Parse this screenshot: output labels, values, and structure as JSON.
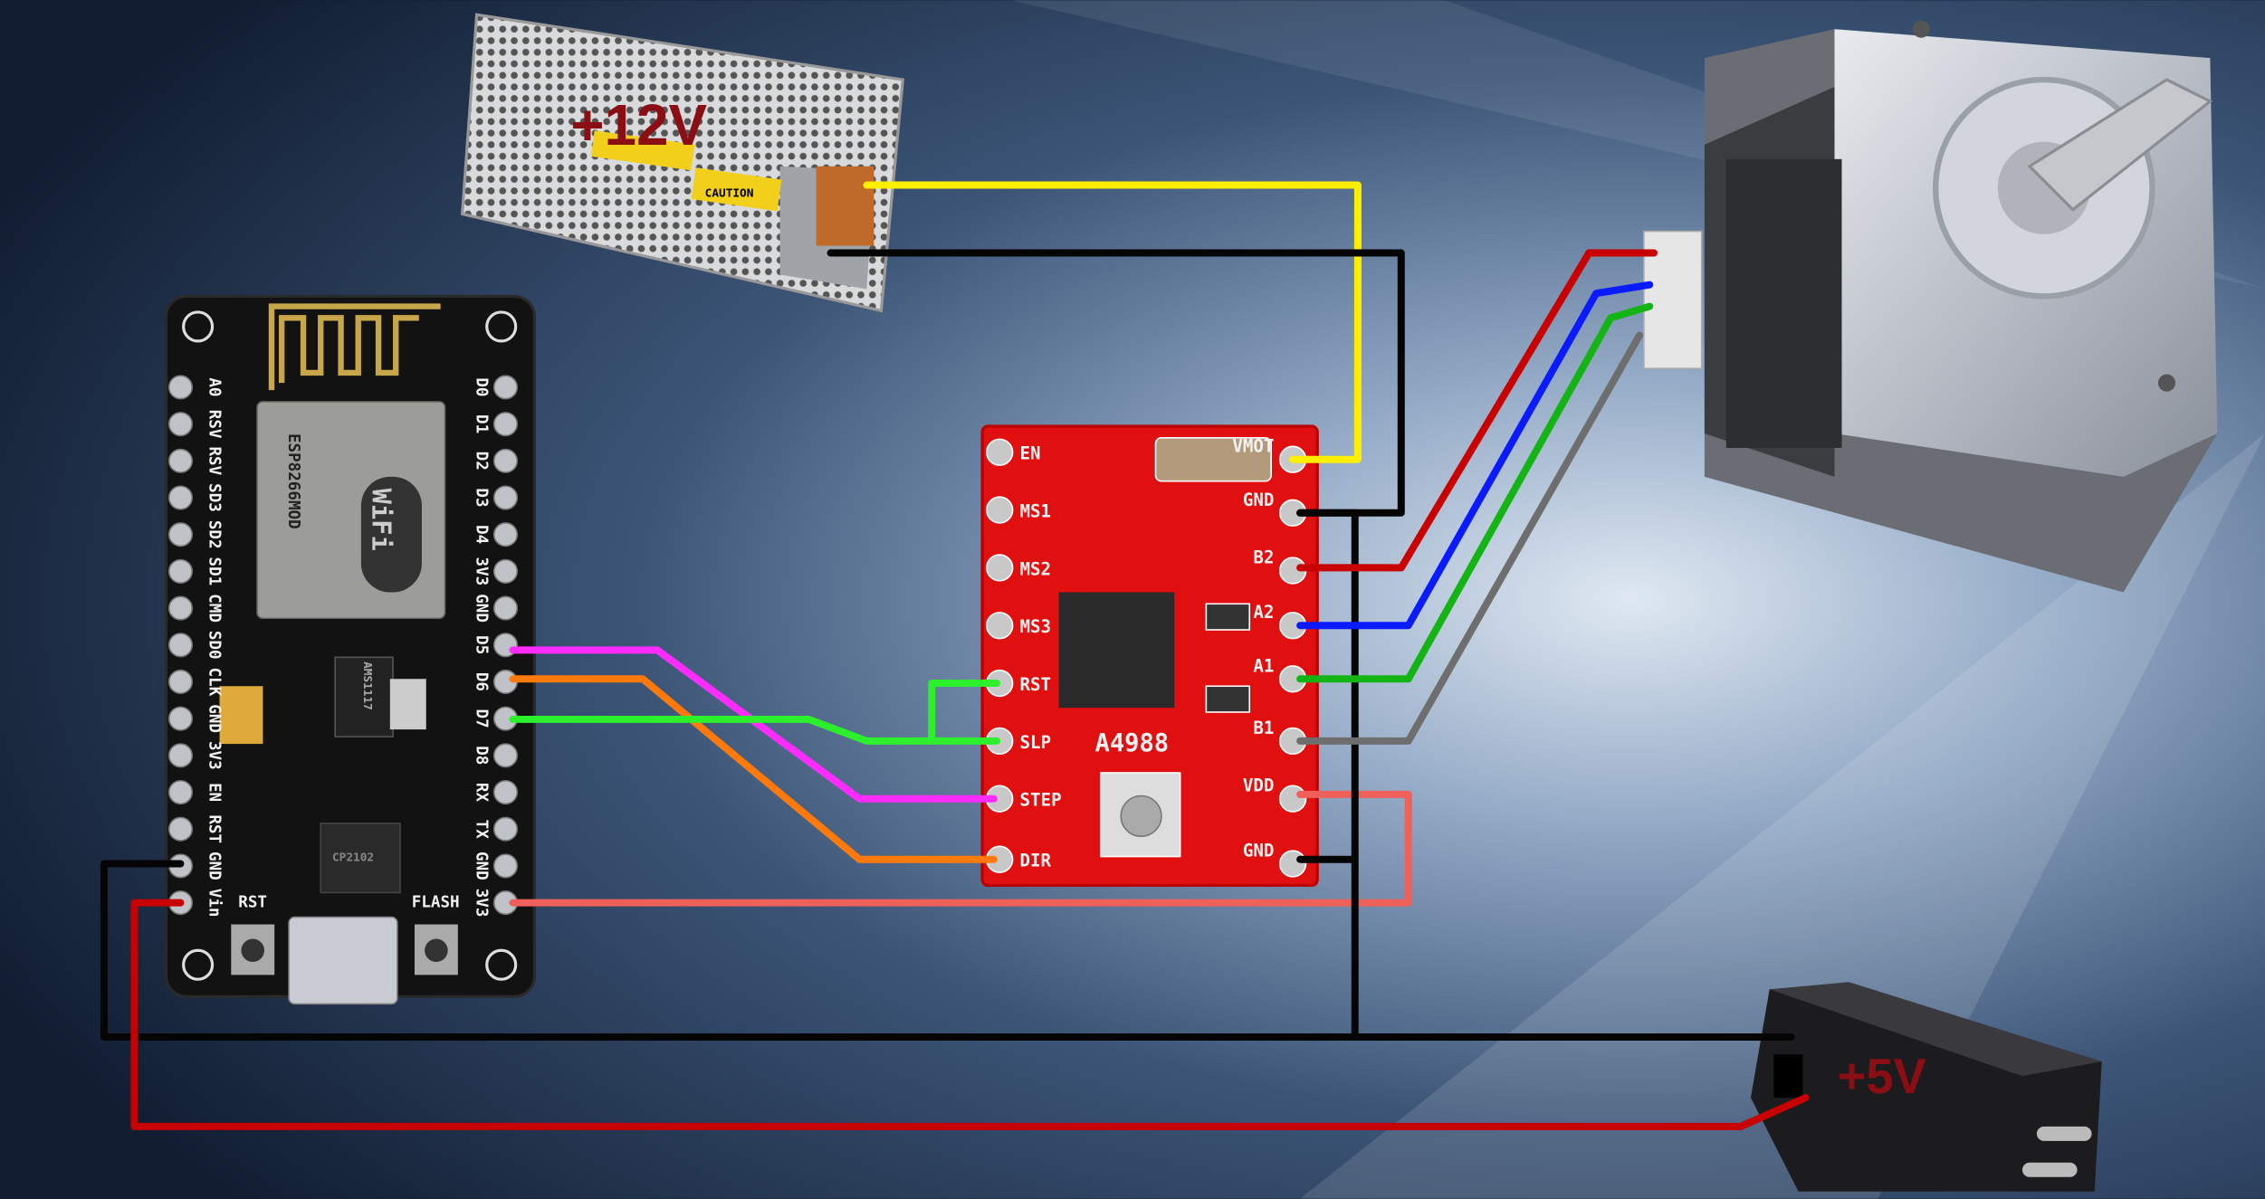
{
  "power_supply": {
    "label": "+12V",
    "caution": "CAUTION"
  },
  "charger": {
    "label": "+5V"
  },
  "nodemcu": {
    "module": "ESP8266MOD",
    "wifi": "WiFi",
    "regulator": "AMS1117",
    "usb_chip": "CP2102",
    "buttons": [
      "RST",
      "FLASH"
    ],
    "left_pins": [
      "A0",
      "RSV",
      "RSV",
      "SD3",
      "SD2",
      "SD1",
      "CMD",
      "SD0",
      "CLK",
      "GND",
      "3V3",
      "EN",
      "RST",
      "GND",
      "Vin"
    ],
    "right_pins": [
      "D0",
      "D1",
      "D2",
      "D3",
      "D4",
      "3V3",
      "GND",
      "D5",
      "D6",
      "D7",
      "D8",
      "RX",
      "TX",
      "GND",
      "3V3"
    ]
  },
  "driver": {
    "name": "A4988",
    "left_pins": [
      "EN",
      "MS1",
      "MS2",
      "MS3",
      "RST",
      "SLP",
      "STEP",
      "DIR"
    ],
    "right_pins": [
      "VMOT",
      "GND",
      "B2",
      "A2",
      "A1",
      "B1",
      "VDD",
      "GND"
    ]
  },
  "colors": {
    "yellow": "#ffee00",
    "black": "#050505",
    "red": "#c80000",
    "blue": "#0a1cff",
    "green": "#14b414",
    "gray": "#6e6e6e",
    "magenta": "#ff2cff",
    "orange": "#ff7a0a",
    "lime": "#2cf02c",
    "salmon": "#f0605a",
    "board_red": "#e01010",
    "board_black": "#101010"
  }
}
